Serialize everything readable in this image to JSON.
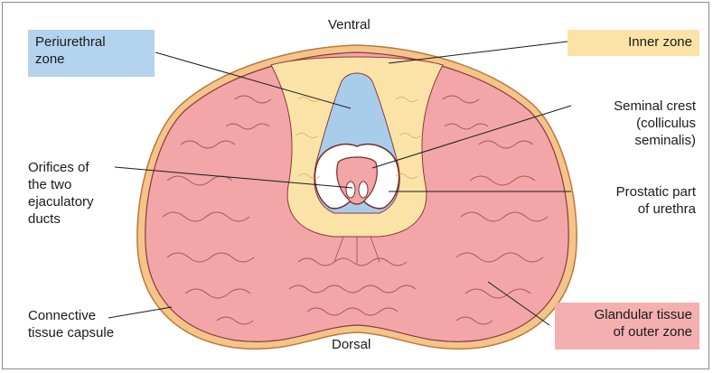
{
  "diagram": {
    "labels": {
      "ventral": "Ventral",
      "dorsal": "Dorsal",
      "periurethral_zone": [
        "Periurethral",
        "zone"
      ],
      "inner_zone": "Inner zone",
      "seminal_crest": [
        "Seminal crest",
        "(colliculus",
        "seminalis)"
      ],
      "orifices": [
        "Orifices of",
        "the two",
        "ejaculatory",
        "ducts"
      ],
      "prostatic_urethra": [
        "Prostatic part",
        "of urethra"
      ],
      "connective_capsule": [
        "Connective",
        "tissue capsule"
      ],
      "glandular_tissue": [
        "Glandular tissue",
        "of outer zone"
      ]
    },
    "colors": {
      "outer_zone": "#f2a6a8",
      "inner_zone": "#fbe3a8",
      "periurethral_zone": "#a8cdeb",
      "capsule": "#f5c48a",
      "outline": "#8a3a3a",
      "box_periurethral": "#b3d3ee",
      "box_inner": "#fbe3a8",
      "box_glandular": "#f4b0b0"
    }
  }
}
